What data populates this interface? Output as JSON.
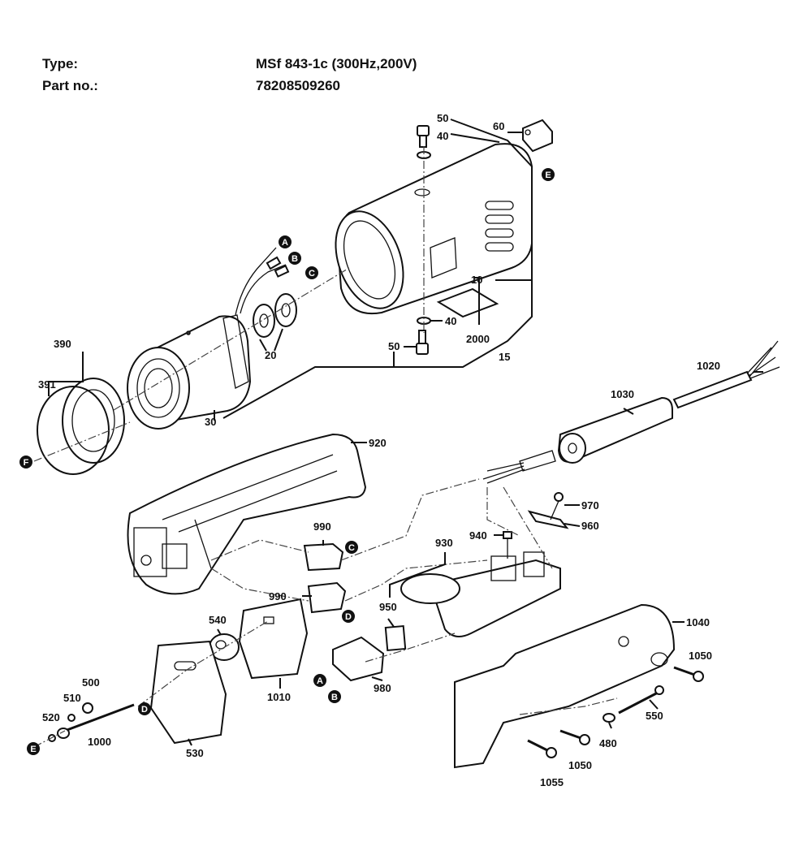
{
  "header": {
    "type_label": "Type:",
    "type_value": "MSf 843-1c (300Hz,200V)",
    "part_label": "Part no.:",
    "part_value": "78208509260"
  },
  "diagram": {
    "part_labels": {
      "p10": "10",
      "p15": "15",
      "p20": "20",
      "p30": "30",
      "p40a": "40",
      "p40b": "40",
      "p50a": "50",
      "p50b": "50",
      "p60": "60",
      "p390": "390",
      "p391": "391",
      "p480": "480",
      "p500": "500",
      "p510": "510",
      "p520": "520",
      "p530": "530",
      "p540": "540",
      "p550": "550",
      "p920": "920",
      "p930": "930",
      "p940": "940",
      "p950": "950",
      "p960": "960",
      "p970": "970",
      "p980": "980",
      "p990a": "990",
      "p990b": "990",
      "p1000": "1000",
      "p1010": "1010",
      "p1020": "1020",
      "p1030": "1030",
      "p1040": "1040",
      "p1050a": "1050",
      "p1050b": "1050",
      "p1055": "1055",
      "p2000": "2000"
    },
    "markers": {
      "a1": "A",
      "b1": "B",
      "c1": "C",
      "e1": "E",
      "f1": "F",
      "c2": "C",
      "d1": "D",
      "d2": "D",
      "a2": "A",
      "b2": "B",
      "e2": "E"
    }
  }
}
